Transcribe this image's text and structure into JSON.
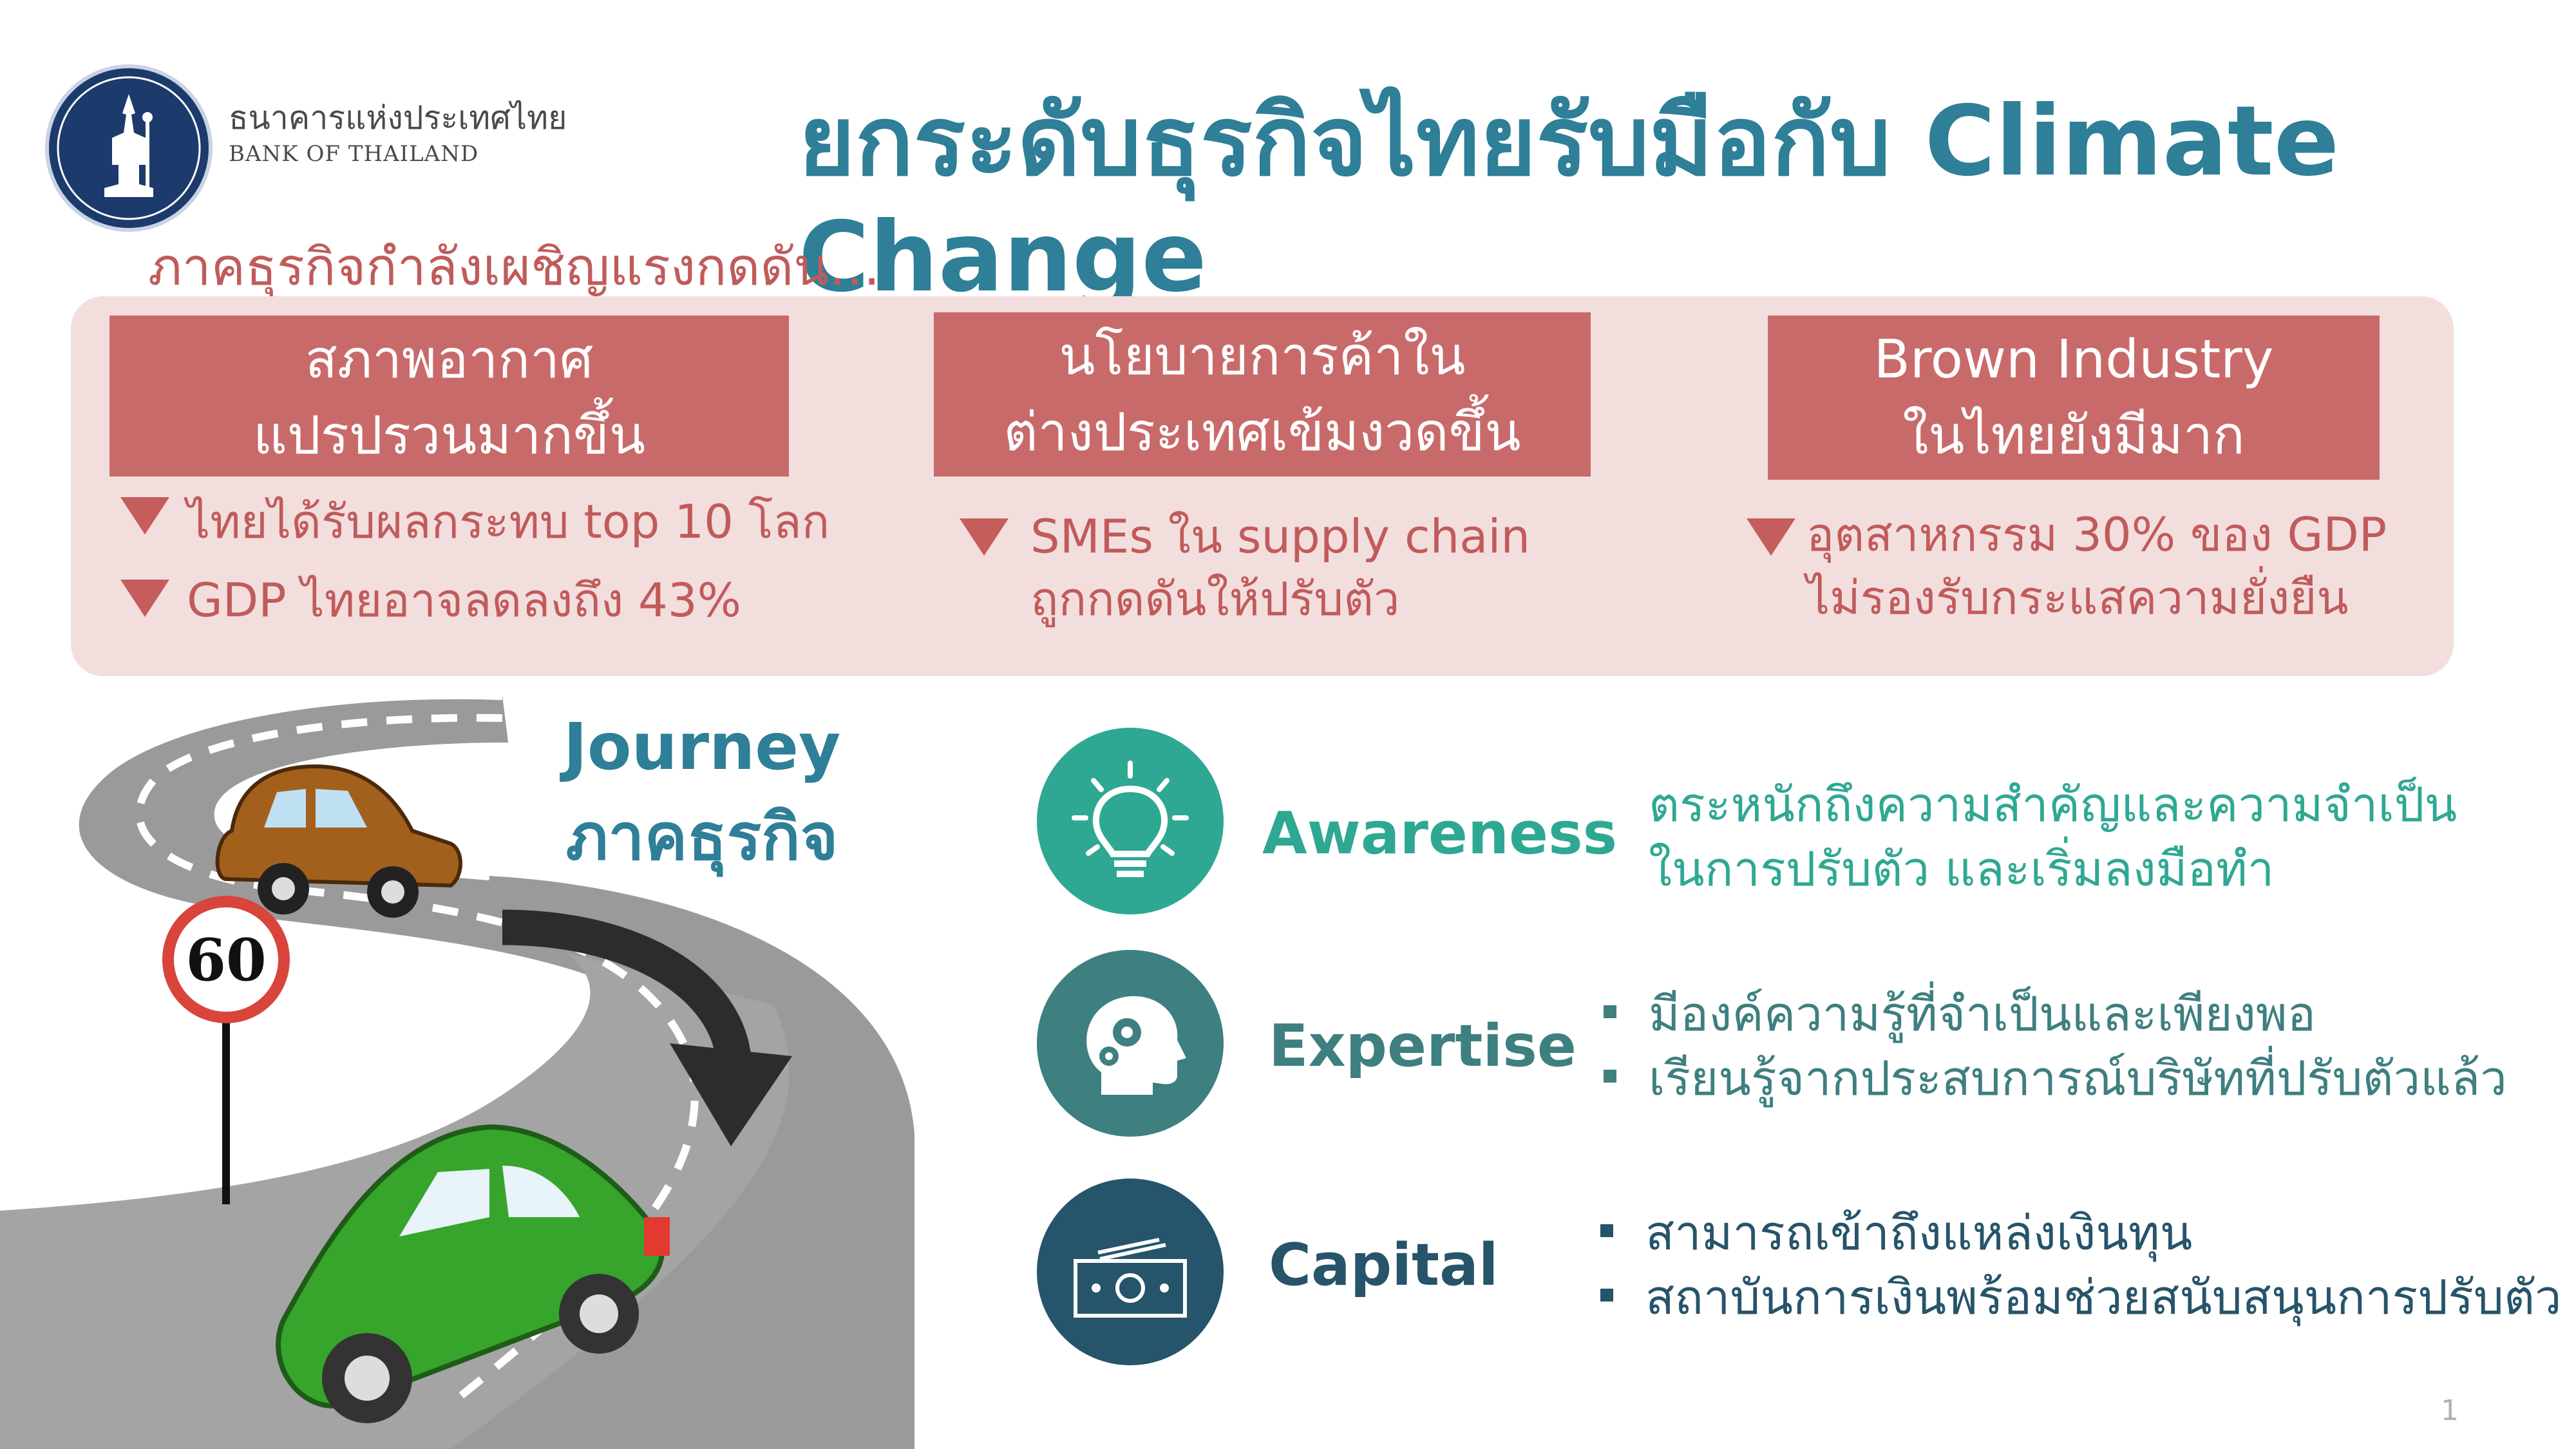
{
  "logo": {
    "name_th": "ธนาคารแห่งประเทศไทย",
    "name_en": "BANK OF THAILAND"
  },
  "title": "ยกระดับธุรกิจไทยรับมือกับ Climate Change",
  "subtitle": "ภาคธุรกิจกำลังเผชิญแรงกดดัน…",
  "pressures": [
    {
      "heading": [
        "สภาพอากาศ",
        "แปรปรวนมากขึ้น"
      ],
      "bullets": [
        "ไทยได้รับผลกระทบ top 10 โลก",
        "GDP ไทยอาจลดลงถึง 43%"
      ]
    },
    {
      "heading": [
        "นโยบายการค้าใน",
        "ต่างประเทศเข้มงวดขึ้น"
      ],
      "bullets": [
        "SMEs ใน supply chain",
        "ถูกกดดันให้ปรับตัว"
      ]
    },
    {
      "heading": [
        "Brown Industry",
        "ในไทยยังมีมาก"
      ],
      "bullets": [
        "อุตสาหกรรม 30% ของ GDP",
        "ไม่รองรับกระแสความยั่งยืน"
      ]
    }
  ],
  "journey": {
    "line1": "Journey",
    "line2": "ภาคธุรกิจ",
    "speed_sign": "60"
  },
  "pillars": [
    {
      "label": "Awareness",
      "icon": "lightbulb-icon",
      "color": "#2fa893",
      "lines": [
        "ตระหนักถึงความสำคัญและความจำเป็น",
        "ในการปรับตัว และเริ่มลงมือทำ"
      ]
    },
    {
      "label": "Expertise",
      "icon": "head-gears-icon",
      "color": "#3e7f80",
      "lines": [
        "มีองค์ความรู้ที่จำเป็นและเพียงพอ",
        "เรียนรู้จากประสบการณ์บริษัทที่ปรับตัวแล้ว"
      ]
    },
    {
      "label": "Capital",
      "icon": "money-icon",
      "color": "#26546a",
      "lines": [
        "สามารถเข้าถึงแหล่งเงินทุน",
        "สถาบันการเงินพร้อมช่วยสนับสนุนการปรับตัว"
      ]
    }
  ],
  "page_number": "1"
}
